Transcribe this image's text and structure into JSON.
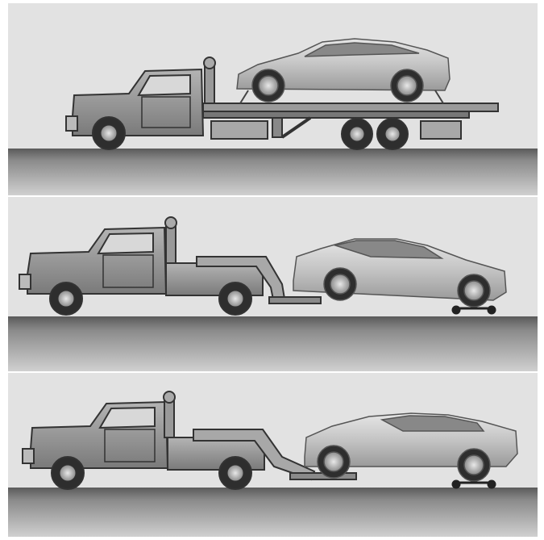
{
  "figure": {
    "panels": [
      {
        "id": "flatbed",
        "depicts": "flatbed-tow-truck-with-car-on-bed"
      },
      {
        "id": "wheel-lift-front",
        "depicts": "wheel-lift-tow-truck-car-front-wheels-lifted-rear-on-dollies"
      },
      {
        "id": "wheel-lift-rear",
        "depicts": "wheel-lift-tow-truck-car-rear-wheels-lifted-front-on-dollies"
      }
    ],
    "colors": {
      "background": "#e2e2e2",
      "frame": "#ffffff",
      "road_top": "#5e5e5e",
      "road_bottom": "#c8c8c8",
      "truck_body": "#9c9c9c",
      "truck_outline": "#3a3a3a",
      "car_body": "#c9c9c9",
      "tire": "#2e2e2e"
    }
  }
}
